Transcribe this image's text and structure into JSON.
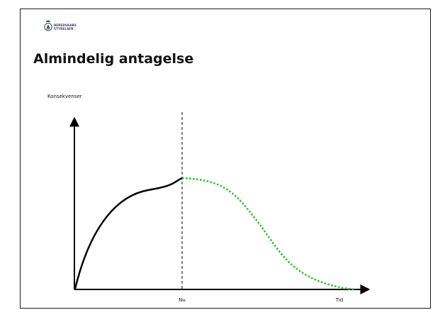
{
  "slide": {
    "title": "Almindelig antagelse",
    "logo": {
      "line1": "BEREDSKABS",
      "line2": "STYRELSEN"
    }
  },
  "diagram": {
    "y_axis_label": "Konsekvenser",
    "now_label": "Nu",
    "time_label": "Tid",
    "colors": {
      "past_curve": "#000000",
      "future_curve": "#2fbf2f",
      "axes": "#000000",
      "now_line": "#000000"
    }
  }
}
